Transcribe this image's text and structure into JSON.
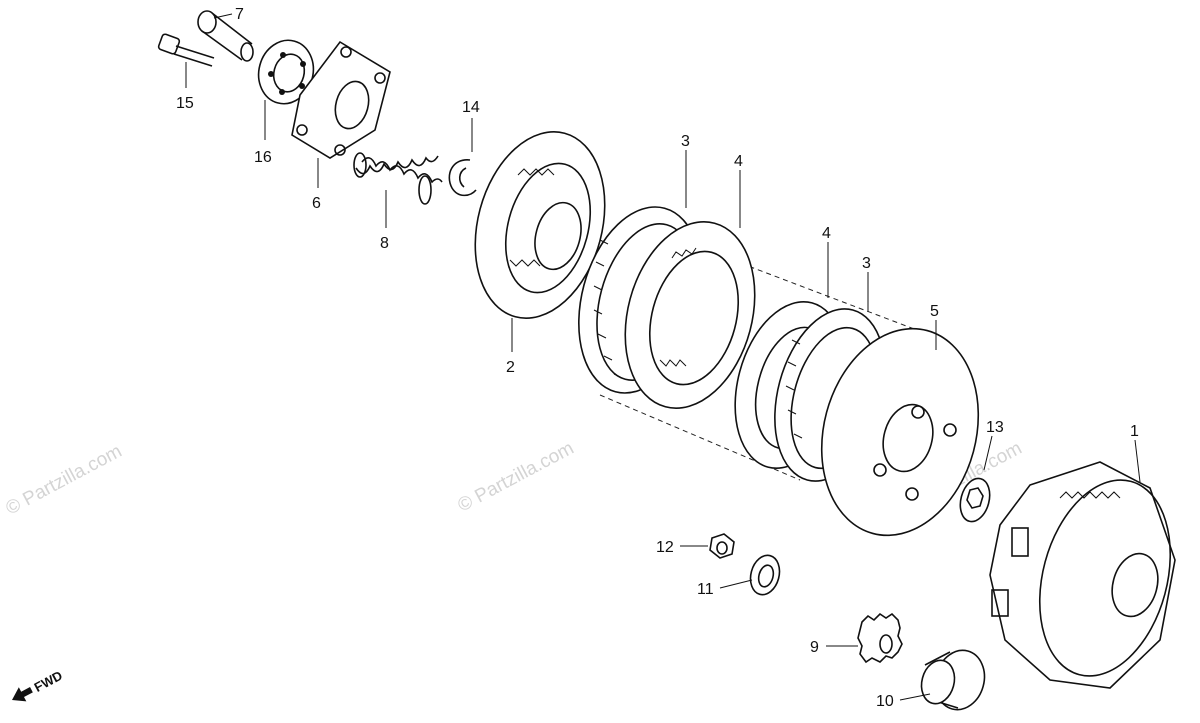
{
  "watermark": {
    "copyright_left": "© Partzilla.com",
    "copyright_mid": "© Partzilla.com",
    "copyright_right": "© Partzilla.com"
  },
  "direction_label": "FWD",
  "callouts": {
    "p1": "1",
    "p2": "2",
    "p3a": "3",
    "p3b": "3",
    "p4a": "4",
    "p4b": "4",
    "p5": "5",
    "p6": "6",
    "p7": "7",
    "p8": "8",
    "p9": "9",
    "p10": "10",
    "p11": "11",
    "p12": "12",
    "p13": "13",
    "p14": "14",
    "p15": "15",
    "p16": "16"
  }
}
